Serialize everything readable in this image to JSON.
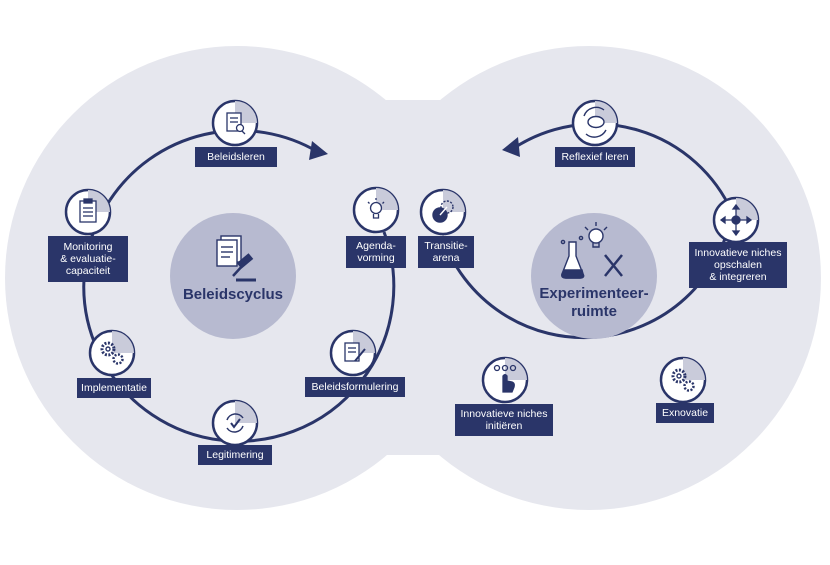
{
  "colors": {
    "background_blob": "#e6e7ee",
    "navy": "#2a3569",
    "hub_fill": "#b7bad0",
    "node_shade": "#c9cbda",
    "white": "#ffffff"
  },
  "left_cycle": {
    "title": "Beleidscyclus",
    "hub_icon": "documents-gavel-icon",
    "nodes": [
      {
        "id": "beleidsleren",
        "label": "Beleidsleren",
        "icon": "document-magnifier-icon"
      },
      {
        "id": "agendavorming",
        "label": "Agenda-\nvorming",
        "icon": "lightbulb-icon"
      },
      {
        "id": "beleidsformulering",
        "label": "Beleidsformulering",
        "icon": "document-pen-icon"
      },
      {
        "id": "legitimering",
        "label": "Legitimering",
        "icon": "check-cycle-icon"
      },
      {
        "id": "implementatie",
        "label": "Implementatie",
        "icon": "gears-icon"
      },
      {
        "id": "monitoring",
        "label": "Monitoring\n& evaluatie-\ncapaciteit",
        "icon": "clipboard-checklist-icon"
      }
    ]
  },
  "right_cycle": {
    "title": "Experimenteer-\nruimte",
    "hub_icon": "flask-lightbulb-tools-icon",
    "nodes": [
      {
        "id": "reflexief",
        "label": "Reflexief leren",
        "icon": "thought-cycle-icon"
      },
      {
        "id": "opschalen",
        "label": "Innovatieve niches\nopschalen\n& integreren",
        "icon": "compass-arrows-icon"
      },
      {
        "id": "exnovatie",
        "label": "Exnovatie",
        "icon": "gears-icon"
      },
      {
        "id": "initieren",
        "label": "Innovatieve niches\ninitiëren",
        "icon": "hand-touch-icon"
      },
      {
        "id": "transitiearena",
        "label": "Transitie-\narena",
        "icon": "target-arrow-icon"
      }
    ]
  }
}
